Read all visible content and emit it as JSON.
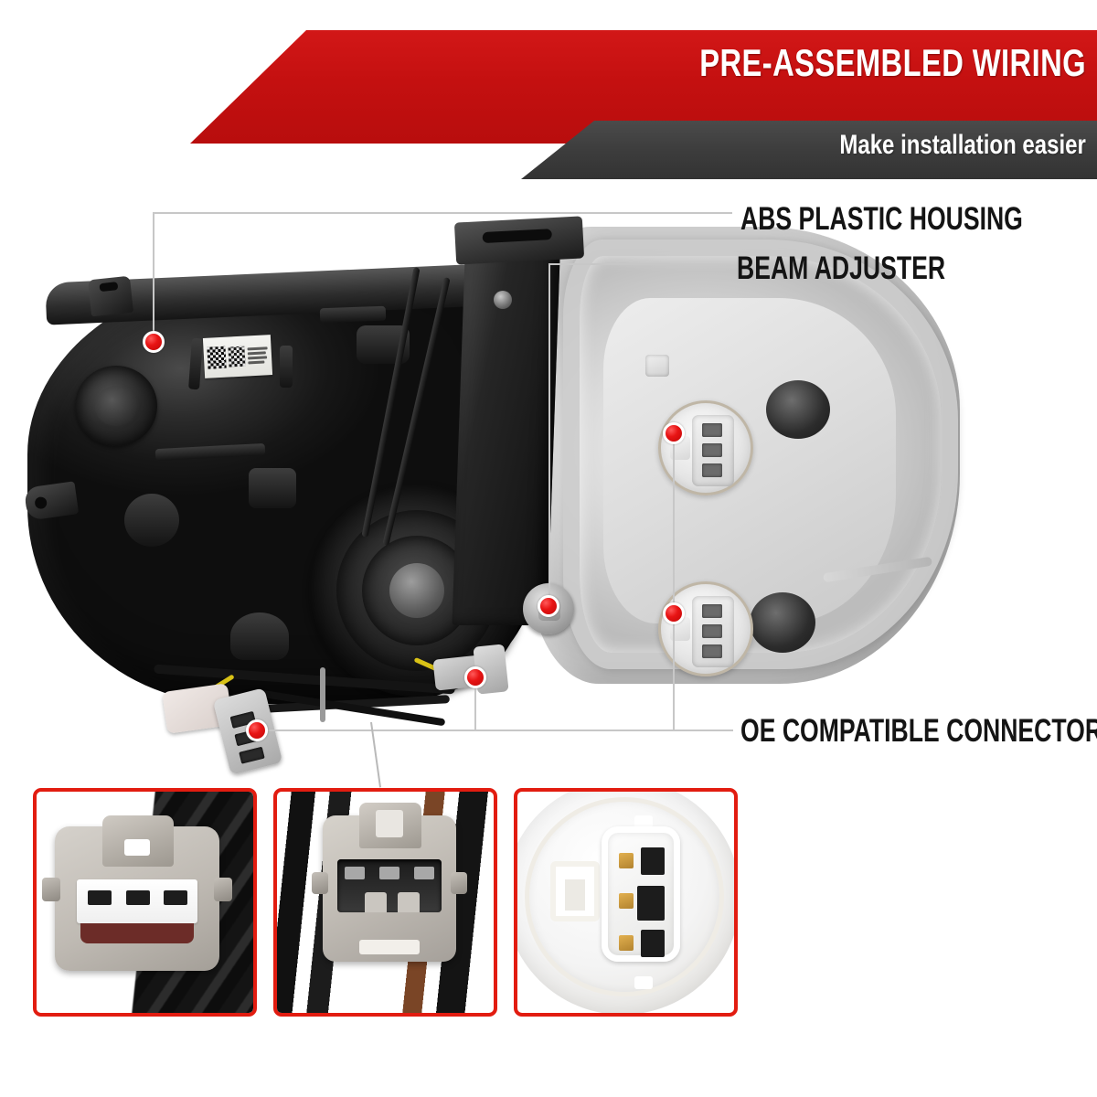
{
  "header": {
    "title": "PRE-ASSEMBLED WIRING",
    "subtitle": "Make installation easier",
    "red_color": "#C41010",
    "dark_color": "#3d3d3d"
  },
  "callouts": [
    {
      "id": "abs-plastic-housing",
      "label": "ABS PLASTIC HOUSING",
      "marker_color": "#E21C10"
    },
    {
      "id": "beam-adjuster",
      "label": "BEAM ADJUSTER",
      "marker_color": "#E21C10"
    },
    {
      "id": "oe-compatible-connectors",
      "label": "OE COMPATIBLE CONNECTORS",
      "marker_color": "#E21C10"
    }
  ],
  "product": {
    "name": "headlight-assembly",
    "label_sticker": {
      "line1": "1VTOG",
      "line2": "6A91.0",
      "line3": "0.R23D",
      "line4": "813037"
    }
  },
  "detail_panels": [
    {
      "id": "panel-female-connector",
      "name": "female-3-pin-connector-closeup",
      "border_color": "#E21C10"
    },
    {
      "id": "panel-male-connector",
      "name": "male-3-pin-connector-closeup",
      "border_color": "#E21C10"
    },
    {
      "id": "panel-bulb-socket",
      "name": "bulb-socket-closeup",
      "border_color": "#E21C10"
    }
  ]
}
